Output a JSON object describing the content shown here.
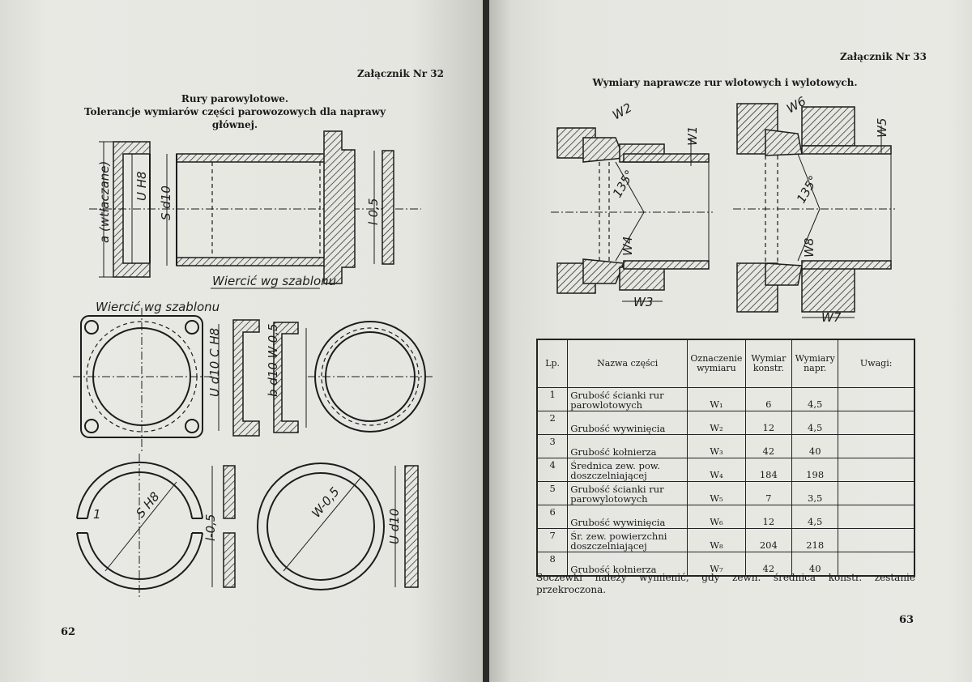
{
  "left_page": {
    "header": "Załącznik Nr 32",
    "title_line1": "Rury parowylotowe.",
    "title_line2": "Tolerancje wymiarów części parowozowych dla naprawy głównej.",
    "page_number": "62",
    "drawing_labels": {
      "a_wtlaczane": "a (wtłaczane)",
      "uh8": "U H8",
      "sd10": "S d10",
      "l_05": "l-0,5",
      "wiercic1": "Wiercić wg szablonu",
      "wiercic2": "Wiercić wg szablonu",
      "ud10_ch8": "U d10 C H8",
      "bd10_w05": "b d10 W-0,5",
      "sh8": "S H8",
      "one": "1",
      "l_05b": "l-0,5",
      "w_05": "W-0,5",
      "ud10": "U d10"
    }
  },
  "right_page": {
    "header": "Załącznik Nr 33",
    "title": "Wymiary naprawcze rur wlotowych i wylotowych.",
    "page_number": "63",
    "drawing_labels": {
      "w1": "W1",
      "w2": "W2",
      "w3": "W3",
      "w4": "W4",
      "w5": "W5",
      "w6": "W6",
      "w7": "W7",
      "w8": "W8",
      "angle1": "135°",
      "angle2": "135°"
    },
    "table": {
      "headers": {
        "lp": "Lp.",
        "name": "Nazwa części",
        "ozn": "Oznaczenie wymiaru",
        "konstr": "Wymiar konstr.",
        "napr": "Wymiary napr.",
        "uwagi": "Uwagi:"
      },
      "rows": [
        {
          "lp": "1",
          "name": "Grubość ścianki rur parowlotowych",
          "ozn": "W₁",
          "konstr": "6",
          "napr": "4,5"
        },
        {
          "lp": "2",
          "name": "Grubość wywinięcia",
          "ozn": "W₂",
          "konstr": "12",
          "napr": "4,5"
        },
        {
          "lp": "3",
          "name": "Grubość kołnierza",
          "ozn": "W₃",
          "konstr": "42",
          "napr": "40"
        },
        {
          "lp": "4",
          "name": "Średnica zew. pow. doszczelniającej",
          "ozn": "W₄",
          "konstr": "184",
          "napr": "198"
        },
        {
          "lp": "5",
          "name": "Grubość ścianki rur parowylotowych",
          "ozn": "W₅",
          "konstr": "7",
          "napr": "3,5"
        },
        {
          "lp": "6",
          "name": "Grubość wywinięcia",
          "ozn": "W₆",
          "konstr": "12",
          "napr": "4,5"
        },
        {
          "lp": "7",
          "name": "Śr. zew. powierzchni doszczelniającej",
          "ozn": "W₈",
          "konstr": "204",
          "napr": "218"
        },
        {
          "lp": "8",
          "name": "Grubość kołnierza",
          "ozn": "W₇",
          "konstr": "42",
          "napr": "40"
        }
      ]
    },
    "note": "Soczewki należy wymienić, gdy zewn. średnica konstr. zestanie przekroczona."
  }
}
